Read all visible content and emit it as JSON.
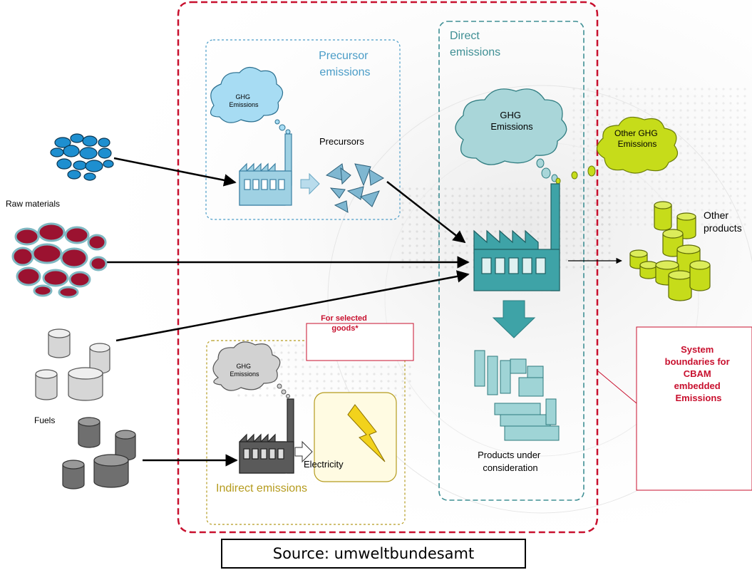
{
  "labels": {
    "raw_materials": "Raw materials",
    "fuels": "Fuels",
    "precursor_emissions": [
      "Precursor",
      "emissions"
    ],
    "precursors": "Precursors",
    "direct_emissions": [
      "Direct",
      "emissions"
    ],
    "ghg_emissions_small": [
      "GHG",
      "Emissions"
    ],
    "ghg_emissions_large": [
      "GHG",
      "Emissions"
    ],
    "other_ghg_emissions": [
      "Other GHG",
      "Emissions"
    ],
    "other_products": [
      "Other",
      "products"
    ],
    "for_selected_goods": [
      "For selected",
      "goods*"
    ],
    "electricity": "Electricity",
    "indirect_emissions": "Indirect emissions",
    "products_under_consideration": [
      "Products under",
      "consideration"
    ],
    "system_boundaries": [
      "System",
      "boundaries for",
      "CBAM",
      "embedded",
      "Emissions"
    ],
    "source": "Source: umweltbundesamt"
  },
  "colors": {
    "cbam_boundary": "#c8102e",
    "precursor_box": "#4a9cc7",
    "direct_box": "#3f8f94",
    "indirect_box": "#b59b1e",
    "raw_blue": "#1e8fd0",
    "raw_red": "#9b1230",
    "fuel_light": "#d6d6d6",
    "fuel_dark": "#6f6f6f",
    "other_products": "#c6dc1a",
    "factory_teal": "#3ea3a7",
    "factory_light": "#9fd1e3",
    "factory_dark": "#5a5a5a",
    "lightning": "#f2d21c"
  },
  "icons": [
    "cloud-icon",
    "factory-icon",
    "precursor-shards-icon",
    "lightning-icon",
    "cylinder-icon",
    "product-blocks-icon",
    "down-arrow-icon"
  ]
}
